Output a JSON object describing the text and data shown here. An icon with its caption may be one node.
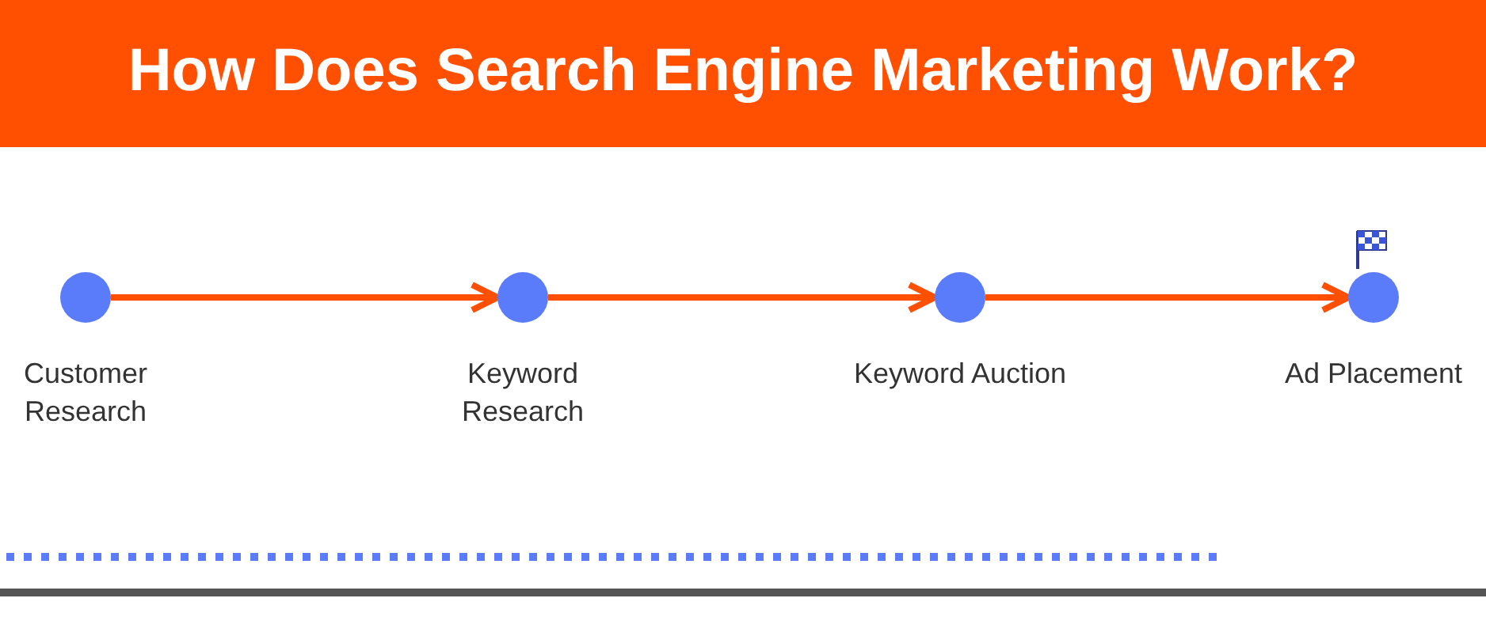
{
  "diagram": {
    "title": "How Does Search Engine Marketing Work?",
    "nodes": [
      {
        "text": [],
        "shape": "circle",
        "beside": [
          "Customer Research"
        ]
      },
      {
        "text": [],
        "shape": "circle",
        "beside": [
          "Keyword Research"
        ]
      },
      {
        "text": [],
        "shape": "circle",
        "beside": [
          "Keyword Auction"
        ]
      },
      {
        "text": [],
        "shape": "circle",
        "beside": [
          "Ad Placement"
        ]
      }
    ],
    "edges": [
      {
        "from": 0,
        "to": 1,
        "arrow": "to"
      },
      {
        "from": 1,
        "to": 2,
        "arrow": "to"
      },
      {
        "from": 2,
        "to": 3,
        "arrow": "to"
      }
    ]
  }
}
